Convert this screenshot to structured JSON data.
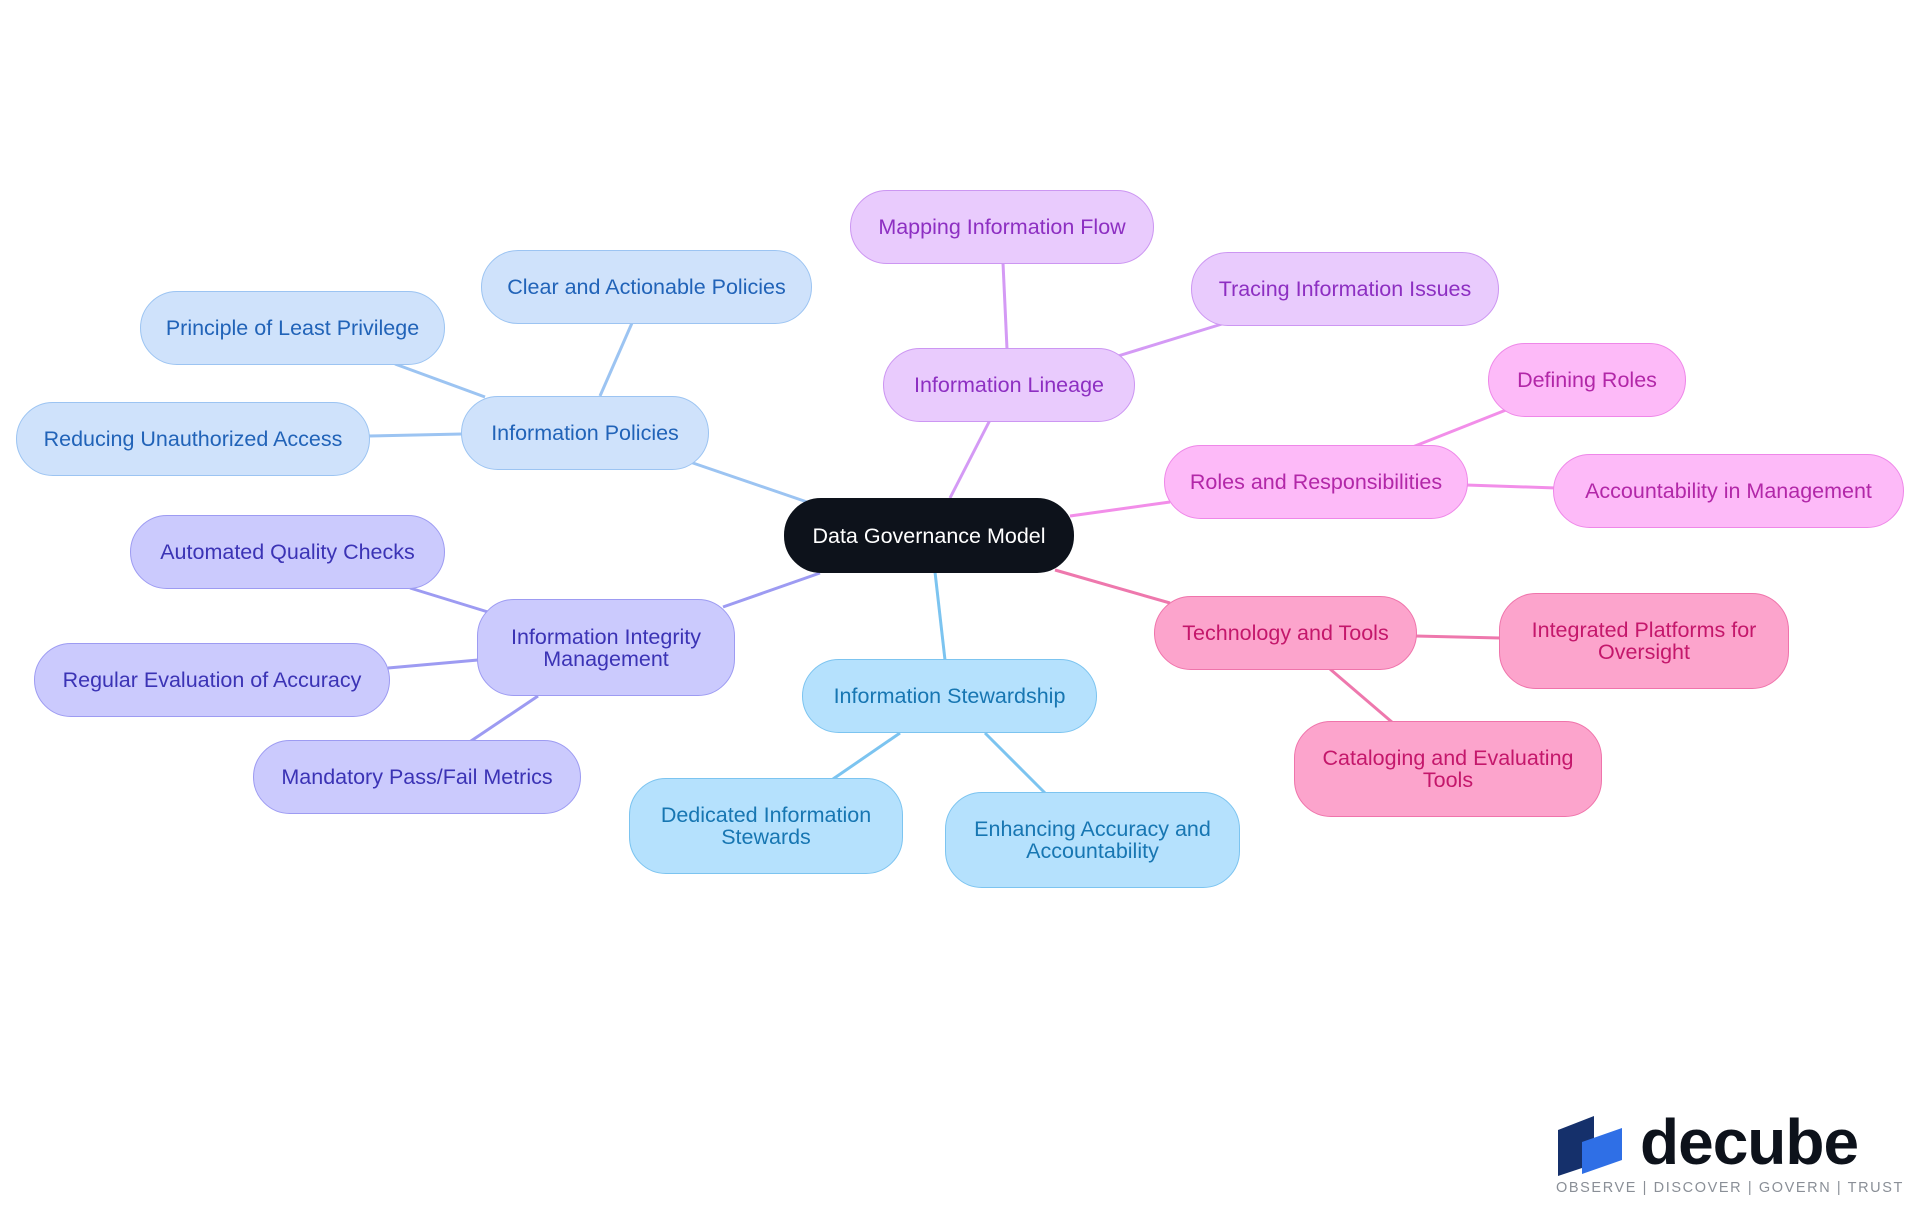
{
  "diagram": {
    "root": {
      "label": "Data Governance Model"
    },
    "branches": [
      {
        "id": "policies",
        "label": "Information Policies",
        "color": "#9cc4f2",
        "children": [
          {
            "label": "Clear and Actionable Policies"
          },
          {
            "label": "Principle of Least Privilege"
          },
          {
            "label": "Reducing Unauthorized Access"
          }
        ]
      },
      {
        "id": "lineage",
        "label": "Information Lineage",
        "color": "#d49af5",
        "children": [
          {
            "label": "Mapping Information Flow"
          },
          {
            "label": "Tracing Information Issues"
          }
        ]
      },
      {
        "id": "roles",
        "label": "Roles and Responsibilities",
        "color": "#f28ee9",
        "children": [
          {
            "label": "Defining Roles"
          },
          {
            "label": "Accountability in Management"
          }
        ]
      },
      {
        "id": "tools",
        "label": "Technology and Tools",
        "color": "#ee78ad",
        "children": [
          {
            "label": "Integrated Platforms for Oversight"
          },
          {
            "label": "Cataloging and Evaluating Tools"
          }
        ]
      },
      {
        "id": "steward",
        "label": "Information Stewardship",
        "color": "#7cc4f0",
        "children": [
          {
            "label": "Dedicated Information Stewards"
          },
          {
            "label": "Enhancing Accuracy and Accountability"
          }
        ]
      },
      {
        "id": "integrity",
        "label": "Information Integrity Management",
        "color": "#9d9bf2",
        "children": [
          {
            "label": "Automated Quality Checks"
          },
          {
            "label": "Regular Evaluation of Accuracy"
          },
          {
            "label": "Mandatory Pass/Fail Metrics"
          }
        ]
      }
    ]
  },
  "logo": {
    "word": "decube",
    "tagline": "OBSERVE | DISCOVER | GOVERN | TRUST",
    "colors": {
      "dark": "#15306b",
      "light": "#2f6fe6"
    }
  }
}
